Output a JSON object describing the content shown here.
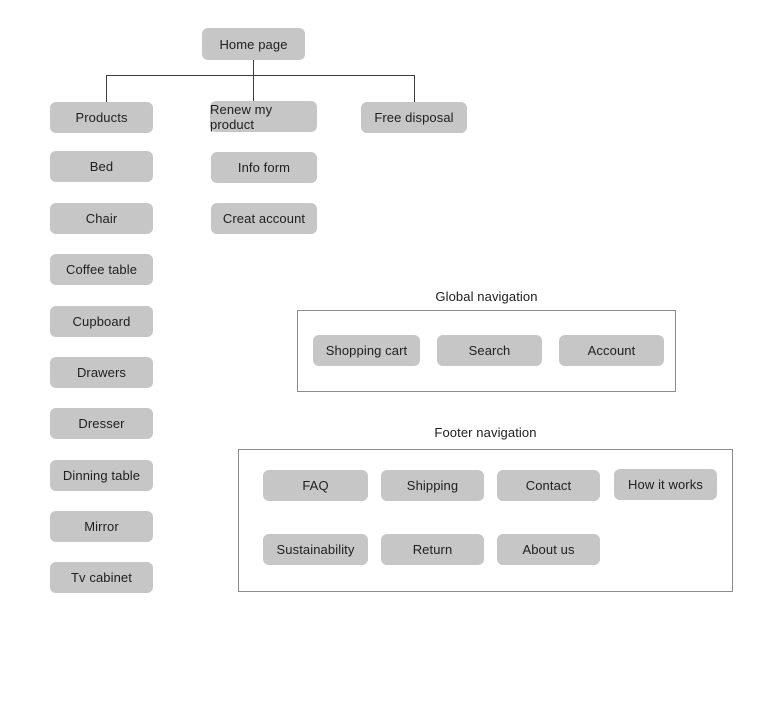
{
  "sitemap": {
    "home": {
      "label": "Home page"
    },
    "branches": {
      "products": {
        "label": "Products"
      },
      "renew": {
        "label": "Renew my product"
      },
      "free_disposal": {
        "label": "Free disposal"
      }
    },
    "products_children": [
      "Bed",
      "Chair",
      "Coffee table",
      "Cupboard",
      "Drawers",
      "Dresser",
      "Dinning table",
      "Mirror",
      "Tv cabinet"
    ],
    "renew_children": [
      "Info form",
      "Creat account"
    ]
  },
  "global_nav": {
    "title": "Global navigation",
    "items": [
      "Shopping cart",
      "Search",
      "Account"
    ]
  },
  "footer_nav": {
    "title": "Footer navigation",
    "items": [
      "FAQ",
      "Shipping",
      "Contact",
      "How it works",
      "Sustainability",
      "Return",
      "About us"
    ]
  },
  "colors": {
    "node_fill": "#c6c6c6",
    "node_text": "#202020",
    "connector": "#3c3c3c",
    "container_border": "#8c8c8c",
    "background": "#ffffff"
  }
}
